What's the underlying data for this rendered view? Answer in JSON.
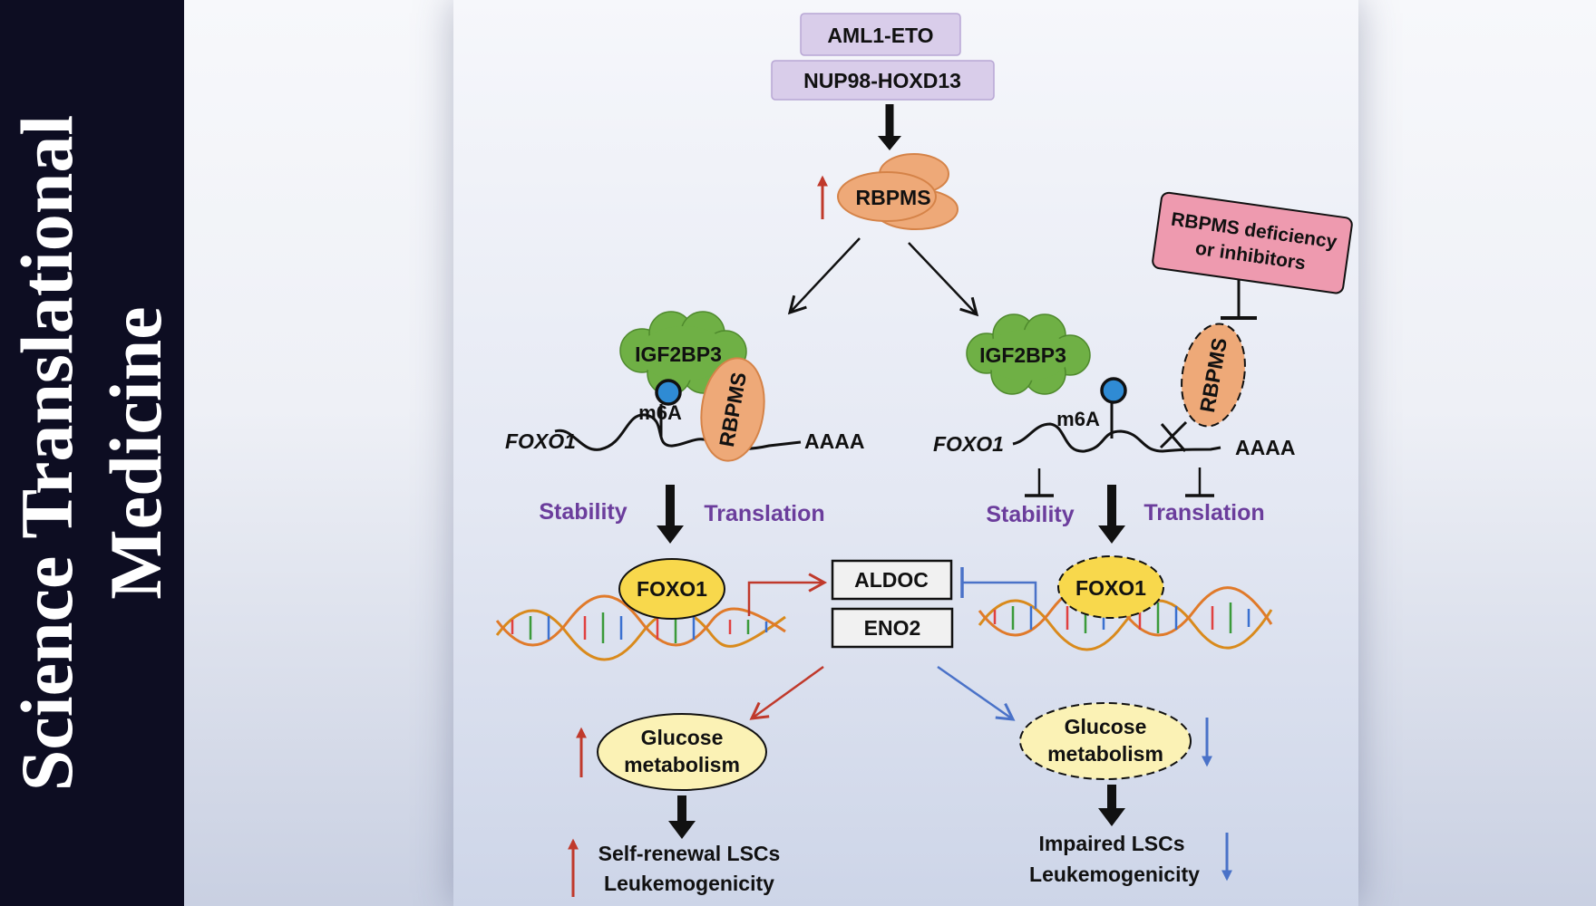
{
  "banner": {
    "line1": "Science Translational",
    "line2": "Medicine"
  },
  "diagram": {
    "top_box_1": "AML1-ETO",
    "top_box_2": "NUP98-HOXD13",
    "rbpms_cluster": "RBPMS",
    "igf2bp3_left": "IGF2BP3",
    "igf2bp3_right": "IGF2BP3",
    "rbpms_bound": "RBPMS",
    "rbpms_inhibited": "RBPMS",
    "inhibitor_line1": "RBPMS deficiency",
    "inhibitor_line2": "or inhibitors",
    "m6a_left": "m6A",
    "m6a_right": "m6A",
    "foxo1_gene_left": "FOXO1",
    "foxo1_gene_right": "FOXO1",
    "polya_left": "AAAA",
    "polya_right": "AAAA",
    "stability_left": "Stability",
    "translation_left": "Translation",
    "stability_right": "Stability",
    "translation_right": "Translation",
    "foxo1_protein_left": "FOXO1",
    "foxo1_protein_right": "FOXO1",
    "aldoc": "ALDOC",
    "eno2": "ENO2",
    "glucose_left_1": "Glucose",
    "glucose_left_2": "metabolism",
    "glucose_right_1": "Glucose",
    "glucose_right_2": "metabolism",
    "outcome_left_1": "Self-renewal LSCs",
    "outcome_left_2": "Leukemogenicity",
    "outcome_right_1": "Impaired LSCs",
    "outcome_right_2": "Leukemogenicity"
  },
  "colors": {
    "banner_bg": "#0d0d22",
    "lilac_box": "#d9cdea",
    "orange": "#eea978",
    "green": "#6fb045",
    "pink": "#ee9aaf",
    "yellow": "#f8d84c",
    "light_yellow": "#fbf2b5",
    "purple_text": "#6b3d9c",
    "red_arrow": "#c0392b",
    "blue_arrow": "#4a72c8"
  }
}
